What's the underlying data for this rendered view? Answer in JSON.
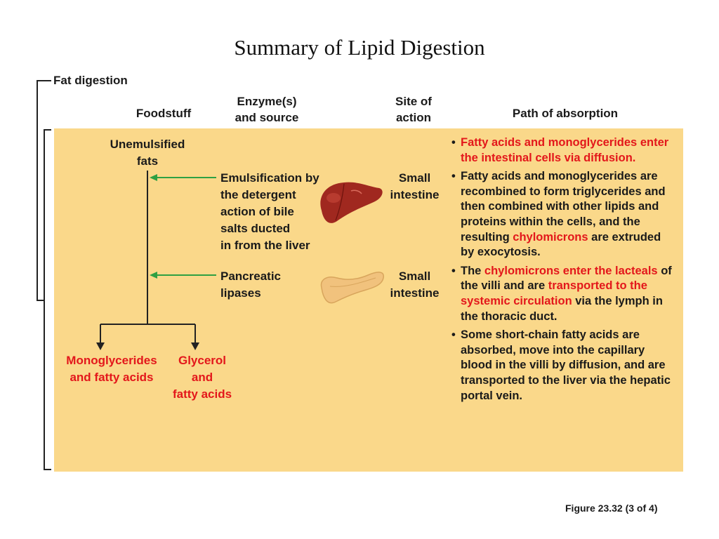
{
  "title": "Summary of Lipid Digestion",
  "section_label": "Fat digestion",
  "headers": {
    "foodstuff": "Foodstuff",
    "enzyme": [
      "Enzyme(s)",
      "and source"
    ],
    "site": [
      "Site of",
      "action"
    ],
    "path": "Path of absorption"
  },
  "foodstuff": {
    "start": [
      "Unemulsified",
      "fats"
    ],
    "product_left": [
      "Monoglycerides",
      "and fatty acids"
    ],
    "product_right": [
      "Glycerol",
      "and",
      "fatty acids"
    ]
  },
  "steps": [
    {
      "enzyme": [
        "Emulsification by",
        "the detergent",
        "action of bile",
        "salts ducted",
        "in from the liver"
      ],
      "site": [
        "Small",
        "intestine"
      ],
      "organ_icon": "liver-icon"
    },
    {
      "enzyme": [
        "Pancreatic",
        "lipases"
      ],
      "site": [
        "Small",
        "intestine"
      ],
      "organ_icon": "pancreas-icon"
    }
  ],
  "absorption": {
    "b1": "Fatty acids and monoglycerides enter the intestinal cells via diffusion.",
    "b2_a": "Fatty acids and monoglycerides are recombined to form triglycerides and then combined with other lipids and proteins within the cells, and the resulting ",
    "b2_b": "chylomicrons",
    "b2_c": " are extruded by exocytosis.",
    "b3_a": "The ",
    "b3_b": "chylomicrons enter the lacteals",
    "b3_c": " of the villi and are ",
    "b3_d": "transported to the systemic circulation",
    "b3_e": " via the lymph in the thoracic duct.",
    "b4": "Some short-chain fatty acids are absorbed, move into the capillary blood in the villi by diffusion, and are transported to the liver via the hepatic portal vein."
  },
  "figure_ref": "Figure 23.32 (3 of 4)",
  "colors": {
    "panel": "#fad88a",
    "highlight": "#e3171b",
    "arrow": "#2ea043"
  }
}
